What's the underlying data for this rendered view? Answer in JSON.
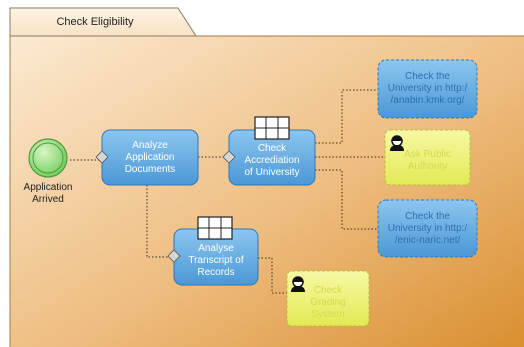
{
  "pool": {
    "title": "Check Eligibility"
  },
  "start_event": {
    "label": "Application\nArrived"
  },
  "tasks": {
    "analyze_documents": "Analyze\nApplication\nDocuments",
    "check_accreditation": "Check\nAccrediation\nof University",
    "analyse_transcript": "Analyse\nTranscript of\nRecords",
    "check_anabin": "Check the\nUniversity in http:/\n/anabin.kmk.org/",
    "ask_authority": "Ask Public\nAuthority",
    "check_enic": "Check the\nUniversity in http:/\n/enic-naric.net/",
    "check_grading": "Check\nGrading\nSystem"
  },
  "colors": {
    "background_light": "#fbead2",
    "background_dark": "#d98f30",
    "task_blue": "#5da7dd",
    "human_task_yellow": "#eaf06a",
    "start_event_green": "#7dd36a"
  },
  "icons": {
    "table": "table-icon",
    "user": "user-icon",
    "gateway": "diamond-connector-icon"
  }
}
